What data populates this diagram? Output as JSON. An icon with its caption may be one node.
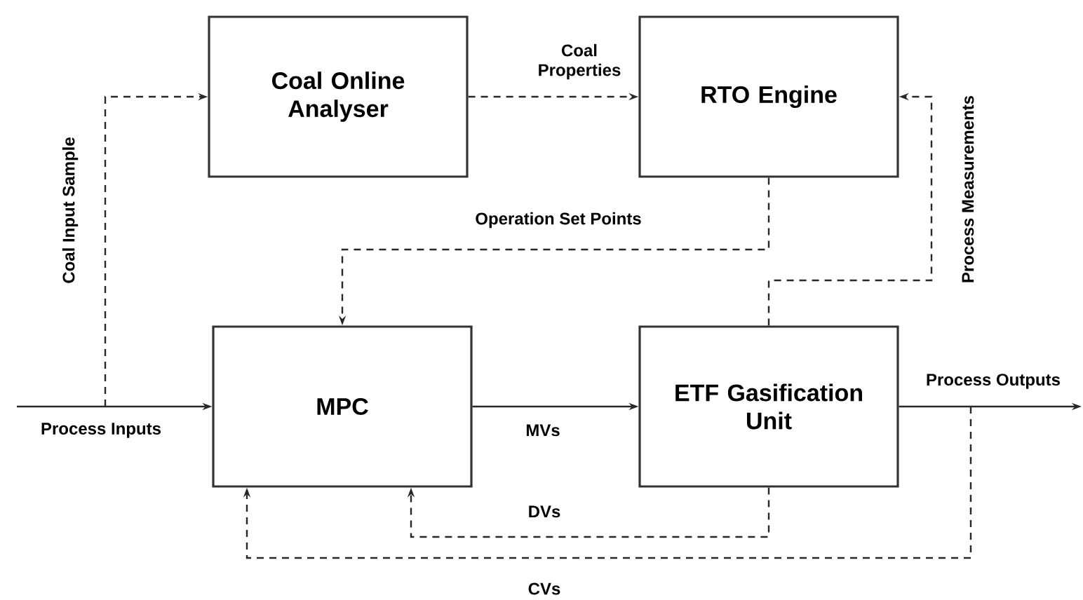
{
  "diagram": {
    "nodes": [
      {
        "text": [
          "Coal Online Analyser"
        ]
      },
      {
        "text": [
          "RTO Engine"
        ]
      },
      {
        "text": [
          "MPC"
        ]
      },
      {
        "text": [
          "ETF Gasification Unit"
        ]
      }
    ],
    "edges": [
      {
        "from": null,
        "to": 2,
        "arrow": "to",
        "label": "Process Inputs"
      },
      {
        "from": null,
        "to": 0,
        "arrow": "to",
        "label": "Coal Input Sample",
        "style": "dashed"
      },
      {
        "from": 0,
        "to": 1,
        "arrow": "to",
        "label": "Coal Properties",
        "style": "dashed"
      },
      {
        "from": 1,
        "to": 2,
        "arrow": "to",
        "label": "Operation Set Points",
        "style": "dashed"
      },
      {
        "from": 2,
        "to": 3,
        "arrow": "to",
        "label": "MVs"
      },
      {
        "from": 3,
        "to": 1,
        "arrow": "to",
        "label": "Process Measurements",
        "style": "dashed"
      },
      {
        "from": 3,
        "to": null,
        "arrow": "to",
        "label": "Process Outputs"
      },
      {
        "from": 3,
        "to": 2,
        "arrow": "to",
        "label": "DVs",
        "style": "dashed"
      },
      {
        "from": null,
        "to": 2,
        "arrow": "to",
        "label": "CVs",
        "style": "dashed"
      }
    ]
  }
}
